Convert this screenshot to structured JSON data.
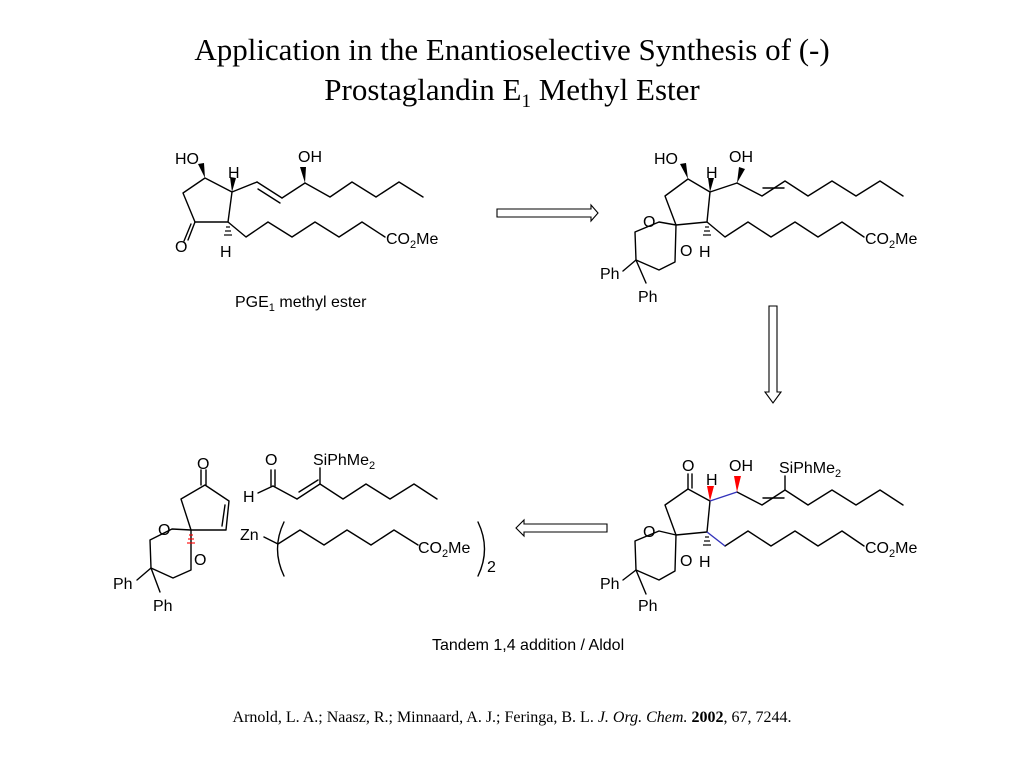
{
  "title": {
    "line1": "Application in the Enantioselective Synthesis of (-)",
    "line2_main": "Prostaglandin E",
    "line2_sub": "1",
    "line2_rest": " Methyl Ester"
  },
  "molecules": {
    "pge1": {
      "caption_main": "PGE",
      "caption_sub": "1",
      "caption_rest": " methyl ester",
      "atoms": {
        "ho": "HO",
        "oh": "OH",
        "h_top": "H",
        "h_bottom": "H",
        "o_ketone": "O",
        "ester_co": "CO",
        "ester_2": "2",
        "ester_me": "Me"
      }
    },
    "ketal_diol": {
      "atoms": {
        "ho": "HO",
        "oh": "OH",
        "h_top": "H",
        "h_bottom": "H",
        "o_ring_top": "O",
        "o_ring_bottom": "O",
        "ph1": "Ph",
        "ph2": "Ph",
        "ester_co": "CO",
        "ester_2": "2",
        "ester_me": "Me"
      }
    },
    "aldol_product": {
      "atoms": {
        "o_ketone": "O",
        "oh": "OH",
        "h_top": "H",
        "h_bottom": "H",
        "si_main": "SiPhMe",
        "si_sub": "2",
        "o_ring_top": "O",
        "o_ring_bottom": "O",
        "ph1": "Ph",
        "ph2": "Ph",
        "ester_co": "CO",
        "ester_2": "2",
        "ester_me": "Me"
      },
      "caption": "Tandem 1,4 addition / Aldol"
    },
    "enone": {
      "atoms": {
        "o_ketone": "O",
        "o_ring_top": "O",
        "o_ring_bottom": "O",
        "ph1": "Ph",
        "ph2": "Ph"
      }
    },
    "aldehyde": {
      "atoms": {
        "o": "O",
        "h": "H",
        "si_main": "SiPhMe",
        "si_sub": "2"
      }
    },
    "zinc_reagent": {
      "atoms": {
        "zn": "Zn",
        "ester_co": "CO",
        "ester_2": "2",
        "ester_me": "Me",
        "count": "2"
      }
    }
  },
  "citation": {
    "authors": "Arnold, L. A.; Naasz, R.; Minnaard, A. J.; Feringa, B. L. ",
    "journal": "J. Org. Chem.",
    "year": "2002",
    "rest": ", 67, 7244."
  },
  "colors": {
    "wedge_red": "#ff0000",
    "bond_blue": "#3333bb"
  }
}
